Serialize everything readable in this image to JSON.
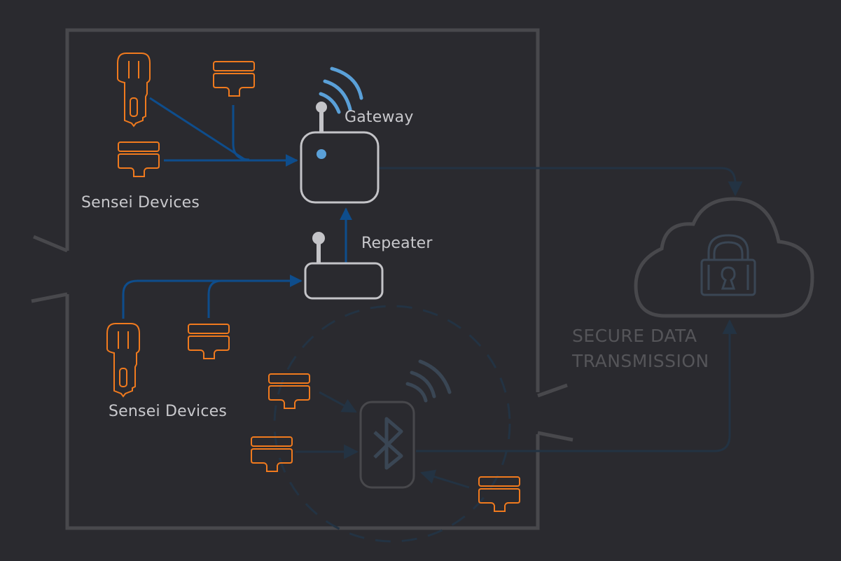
{
  "diagram": {
    "title": "Sensei device network: gateway, repeater and Bluetooth hub with secure cloud transmission",
    "colors": {
      "background": "#2a2a2f",
      "device_outline": "#f07a1e",
      "flow_active": "#0e4d8c",
      "flow_muted": "#233343",
      "gateway_signal": "#5aa0d8",
      "hardware_outline": "#c4c4c8",
      "frame": "#48484c",
      "dim_label": "#555559"
    },
    "labels": {
      "gateway": "Gateway",
      "repeater": "Repeater",
      "devices_group_1": "Sensei Devices",
      "devices_group_2": "Sensei Devices",
      "secure_line1": "SECURE DATA",
      "secure_line2": "TRANSMISSION"
    },
    "nodes": [
      {
        "id": "gateway",
        "type": "gateway",
        "label": "Gateway"
      },
      {
        "id": "repeater",
        "type": "repeater",
        "label": "Repeater"
      },
      {
        "id": "bluetooth-hub",
        "type": "bluetooth-hub"
      },
      {
        "id": "cloud",
        "type": "secure-cloud"
      },
      {
        "id": "plug-1",
        "type": "plug-sensor",
        "group": "Sensei Devices (1)"
      },
      {
        "id": "tag-1",
        "type": "tag-sensor",
        "group": "Sensei Devices (1)"
      },
      {
        "id": "tag-2",
        "type": "tag-sensor",
        "group": "Sensei Devices (1)"
      },
      {
        "id": "plug-2",
        "type": "plug-sensor",
        "group": "Sensei Devices (2)"
      },
      {
        "id": "tag-3",
        "type": "tag-sensor",
        "group": "Sensei Devices (2)"
      },
      {
        "id": "tag-4",
        "type": "tag-sensor",
        "group": "Bluetooth"
      },
      {
        "id": "tag-5",
        "type": "tag-sensor",
        "group": "Bluetooth"
      },
      {
        "id": "tag-6",
        "type": "tag-sensor",
        "group": "Bluetooth"
      }
    ],
    "edges": [
      {
        "from": "plug-1",
        "to": "gateway"
      },
      {
        "from": "tag-1",
        "to": "gateway"
      },
      {
        "from": "tag-2",
        "to": "gateway"
      },
      {
        "from": "repeater",
        "to": "gateway"
      },
      {
        "from": "plug-2",
        "to": "repeater"
      },
      {
        "from": "tag-3",
        "to": "repeater"
      },
      {
        "from": "tag-4",
        "to": "bluetooth-hub"
      },
      {
        "from": "tag-5",
        "to": "bluetooth-hub"
      },
      {
        "from": "tag-6",
        "to": "bluetooth-hub"
      },
      {
        "from": "gateway",
        "to": "cloud"
      },
      {
        "from": "bluetooth-hub",
        "to": "cloud"
      }
    ]
  }
}
